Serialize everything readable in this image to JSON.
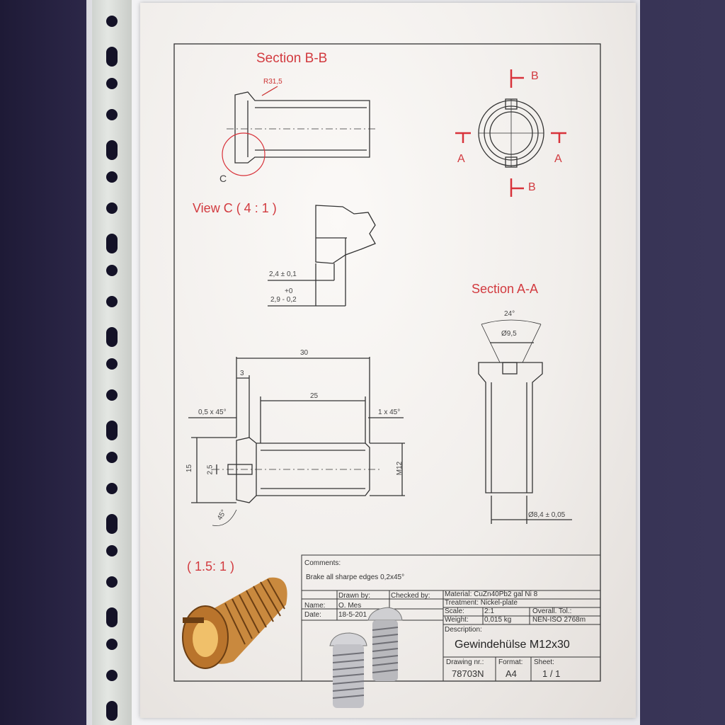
{
  "section_bb": {
    "title": "Section B-B",
    "radius": "R31,5",
    "detail_mark": "C"
  },
  "end_view": {
    "label_a_left": "A",
    "label_a_right": "A",
    "label_b_top": "B",
    "label_b_bottom": "B"
  },
  "view_c": {
    "title": "View C ( 4 : 1 )",
    "dim1": "2,4 ± 0,1",
    "dim2_upper": "+0",
    "dim2_main": "2,9 - 0,2"
  },
  "section_aa": {
    "title": "Section A-A",
    "angle": "24°",
    "bore": "Ø9,5",
    "outer": "Ø8,4 ± 0,05"
  },
  "side_view": {
    "length": "30",
    "flange": "3",
    "thread_length": "25",
    "chamfer_left": "0,5 x 45°",
    "chamfer_right": "1 x 45°",
    "height": "15",
    "slot": "2,5",
    "thread": "M12",
    "angle": "45°"
  },
  "iso_view": {
    "scale": "( 1.5: 1 )"
  },
  "title_block": {
    "comments_label": "Comments:",
    "comments_text": "Brake all sharpe edges 0,2x45°",
    "drawn_by_label": "Drawn by:",
    "checked_by_label": "Checked by:",
    "name_label": "Name:",
    "name_value": "O. Mes",
    "date_label": "Date:",
    "date_value": "18-5-201",
    "material": "Material:  CuZn40Pb2 gal Ni 8",
    "treatment": "Treatment: Nickel-plate",
    "scale_label": "Scale:",
    "scale_value": "2:1",
    "overall_tol_label": "Overall. Tol.:",
    "weight_label": "Weight:",
    "weight_value": "0,015 kg",
    "tol_value": "NEN-ISO 2768m",
    "description_label": "Description:",
    "description_value": "Gewindehülse M12x30",
    "drawing_nr_label": "Drawing nr.:",
    "drawing_nr_value": "78703N",
    "format_label": "Format:",
    "format_value": "A4",
    "sheet_label": "Sheet:",
    "sheet_value": "1 / 1"
  },
  "colors": {
    "accent_red": "#d8323a",
    "line": "#333333",
    "brass": "#c9893e"
  }
}
